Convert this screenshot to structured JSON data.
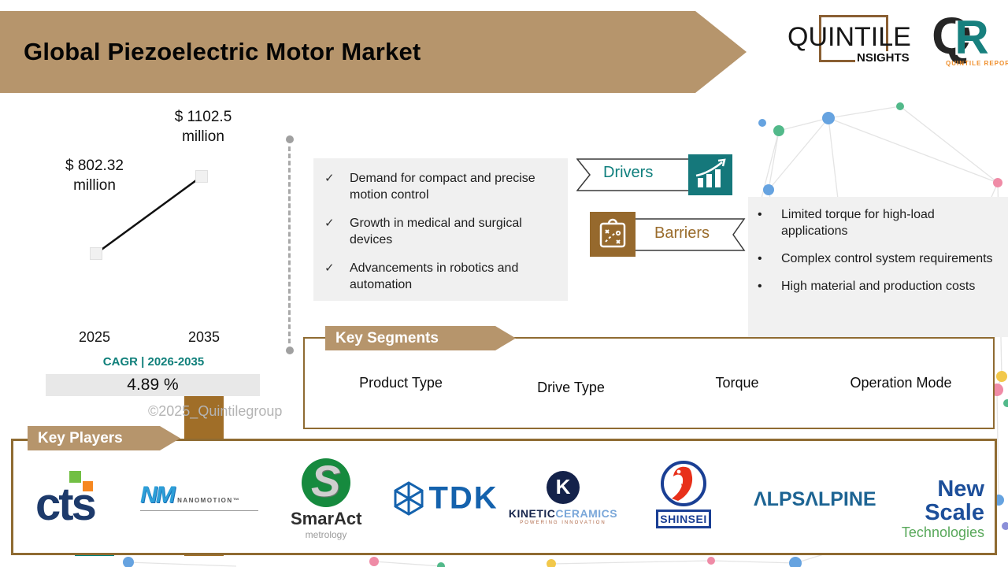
{
  "header": {
    "title": "Global Piezoelectric Motor Market"
  },
  "brand": {
    "word": "QUINTILE",
    "insights": "NSIGHTS",
    "qr_q": "Q",
    "qr_r": "R",
    "qr_caption": "QUINTILE REPORTS"
  },
  "chart_data": {
    "type": "bar",
    "categories": [
      "2025",
      "2035"
    ],
    "values": [
      802.32,
      1102.5
    ],
    "bar_labels": [
      "$ 802.32 million",
      "$ 1102.5 million"
    ],
    "bar_colors": [
      "#00827b",
      "#a06e28"
    ],
    "title": "",
    "xlabel": "",
    "ylabel": "",
    "legend": [],
    "grid": false,
    "cagr_label": "CAGR | 2026-2035",
    "cagr_value": "4.89 %"
  },
  "watermark": "©2025_Quintilegroup",
  "glyphs": {
    "check": "✓",
    "bullet": "•"
  },
  "drivers": {
    "title": "Drivers",
    "items": [
      "Demand for compact and precise motion control",
      "Growth in medical and surgical devices",
      "Advancements in robotics and automation"
    ]
  },
  "barriers": {
    "title": "Barriers",
    "items": [
      "Limited torque for high-load applications",
      "Complex control system requirements",
      "High material and production costs"
    ]
  },
  "segments": {
    "title": "Key Segments",
    "items": [
      "Product Type",
      "Drive Type",
      "Torque",
      "Operation Mode"
    ]
  },
  "players": {
    "title": "Key Players",
    "logos": {
      "cts": {
        "text": "cts"
      },
      "nanomotion": {
        "mark": "NM",
        "text": "NANOMOTION™"
      },
      "smaract": {
        "mark": "S",
        "name": "SmarAct",
        "sub": "metrology"
      },
      "tdk": {
        "text": "TDK"
      },
      "kinetic": {
        "mark": "K",
        "part1": "KINETIC",
        "part2": "CERAMICS",
        "sub": "POWERING INNOVATION"
      },
      "shinsei": {
        "text": "SHINSEI"
      },
      "alps": {
        "text": "ΛLPSΛLPINE"
      },
      "newscale": {
        "line1": "New Scale",
        "line2": "Technologies"
      }
    }
  }
}
